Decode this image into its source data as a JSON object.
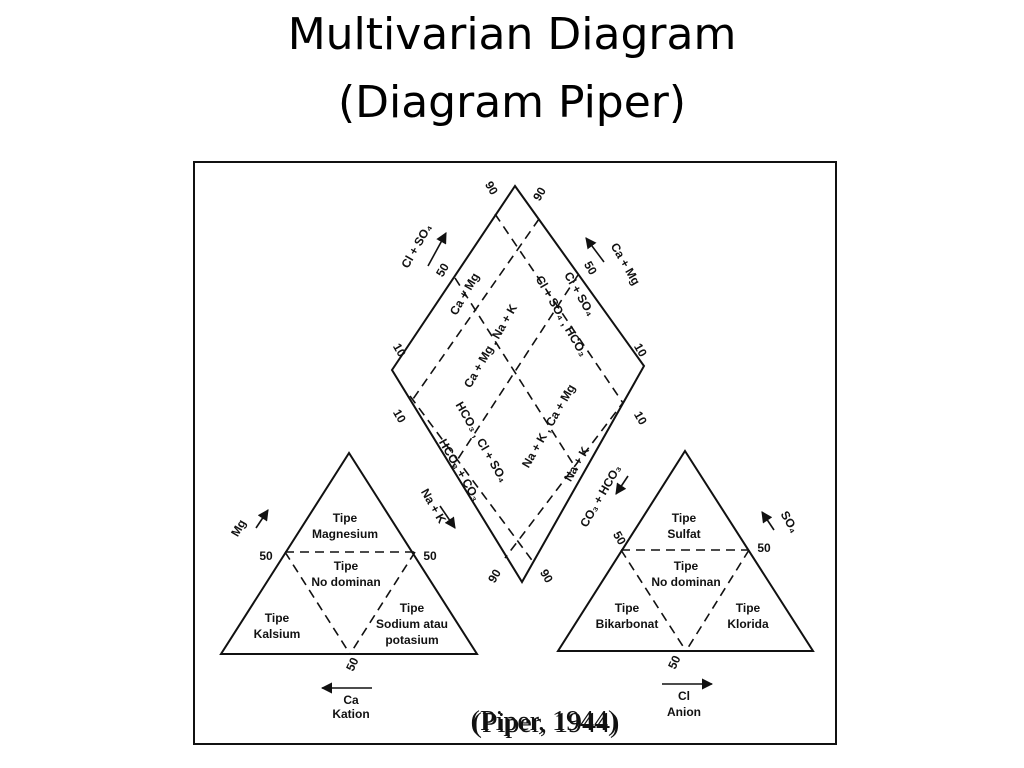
{
  "title_line1": "Multivarian Diagram",
  "title_line2": "(Diagram Piper)",
  "caption": "(Piper, 1944)",
  "cation_triangle": {
    "axis_mg": "Mg",
    "axis_nak": "Na + K",
    "axis_ca_line1": "Ca",
    "axis_ca_line2": "Kation",
    "tick_left": "50",
    "tick_right": "50",
    "tick_bottom": "50",
    "region_mg_1": "Tipe",
    "region_mg_2": "Magnesium",
    "region_nd_1": "Tipe",
    "region_nd_2": "No dominan",
    "region_ca_1": "Tipe",
    "region_ca_2": "Kalsium",
    "region_na_1": "Tipe",
    "region_na_2": "Sodium atau",
    "region_na_3": "potasium"
  },
  "anion_triangle": {
    "axis_so4": "SO₄",
    "axis_co3": "CO₃ + HCO₃",
    "axis_cl_line1": "Cl",
    "axis_cl_line2": "Anion",
    "tick_left": "50",
    "tick_right": "50",
    "tick_bottom": "50",
    "region_su_1": "Tipe",
    "region_su_2": "Sulfat",
    "region_nd_1": "Tipe",
    "region_nd_2": "No dominan",
    "region_bi_1": "Tipe",
    "region_bi_2": "Bikarbonat",
    "region_kl_1": "Tipe",
    "region_kl_2": "Klorida"
  },
  "diamond": {
    "axis_cl_so4": "Cl + SO₄",
    "axis_ca_mg": "Ca + Mg",
    "tick_top_left": "90",
    "tick_top_right": "90",
    "tick_ul_50": "50",
    "tick_ur_50": "50",
    "tick_left_10a": "10",
    "tick_left_10b": "10",
    "tick_right_10a": "10",
    "tick_right_10b": "10",
    "tick_bottom_left": "90",
    "tick_bottom_right": "90",
    "inner_ca_mg": "Ca + Mg",
    "inner_cl_so4_right": "Cl + SO₄",
    "inner_camg_nak": "Ca + Mg , Na + K",
    "inner_clso4_hco3": "Cl + SO₄ , HCO₃",
    "inner_hco3_clso4": "HCO₃ , Cl + SO₄",
    "inner_nak_camg": "Na + K , Ca + Mg",
    "inner_hco3_co3": "HCO₃ + CO₃",
    "inner_na_k": "Na + K"
  }
}
